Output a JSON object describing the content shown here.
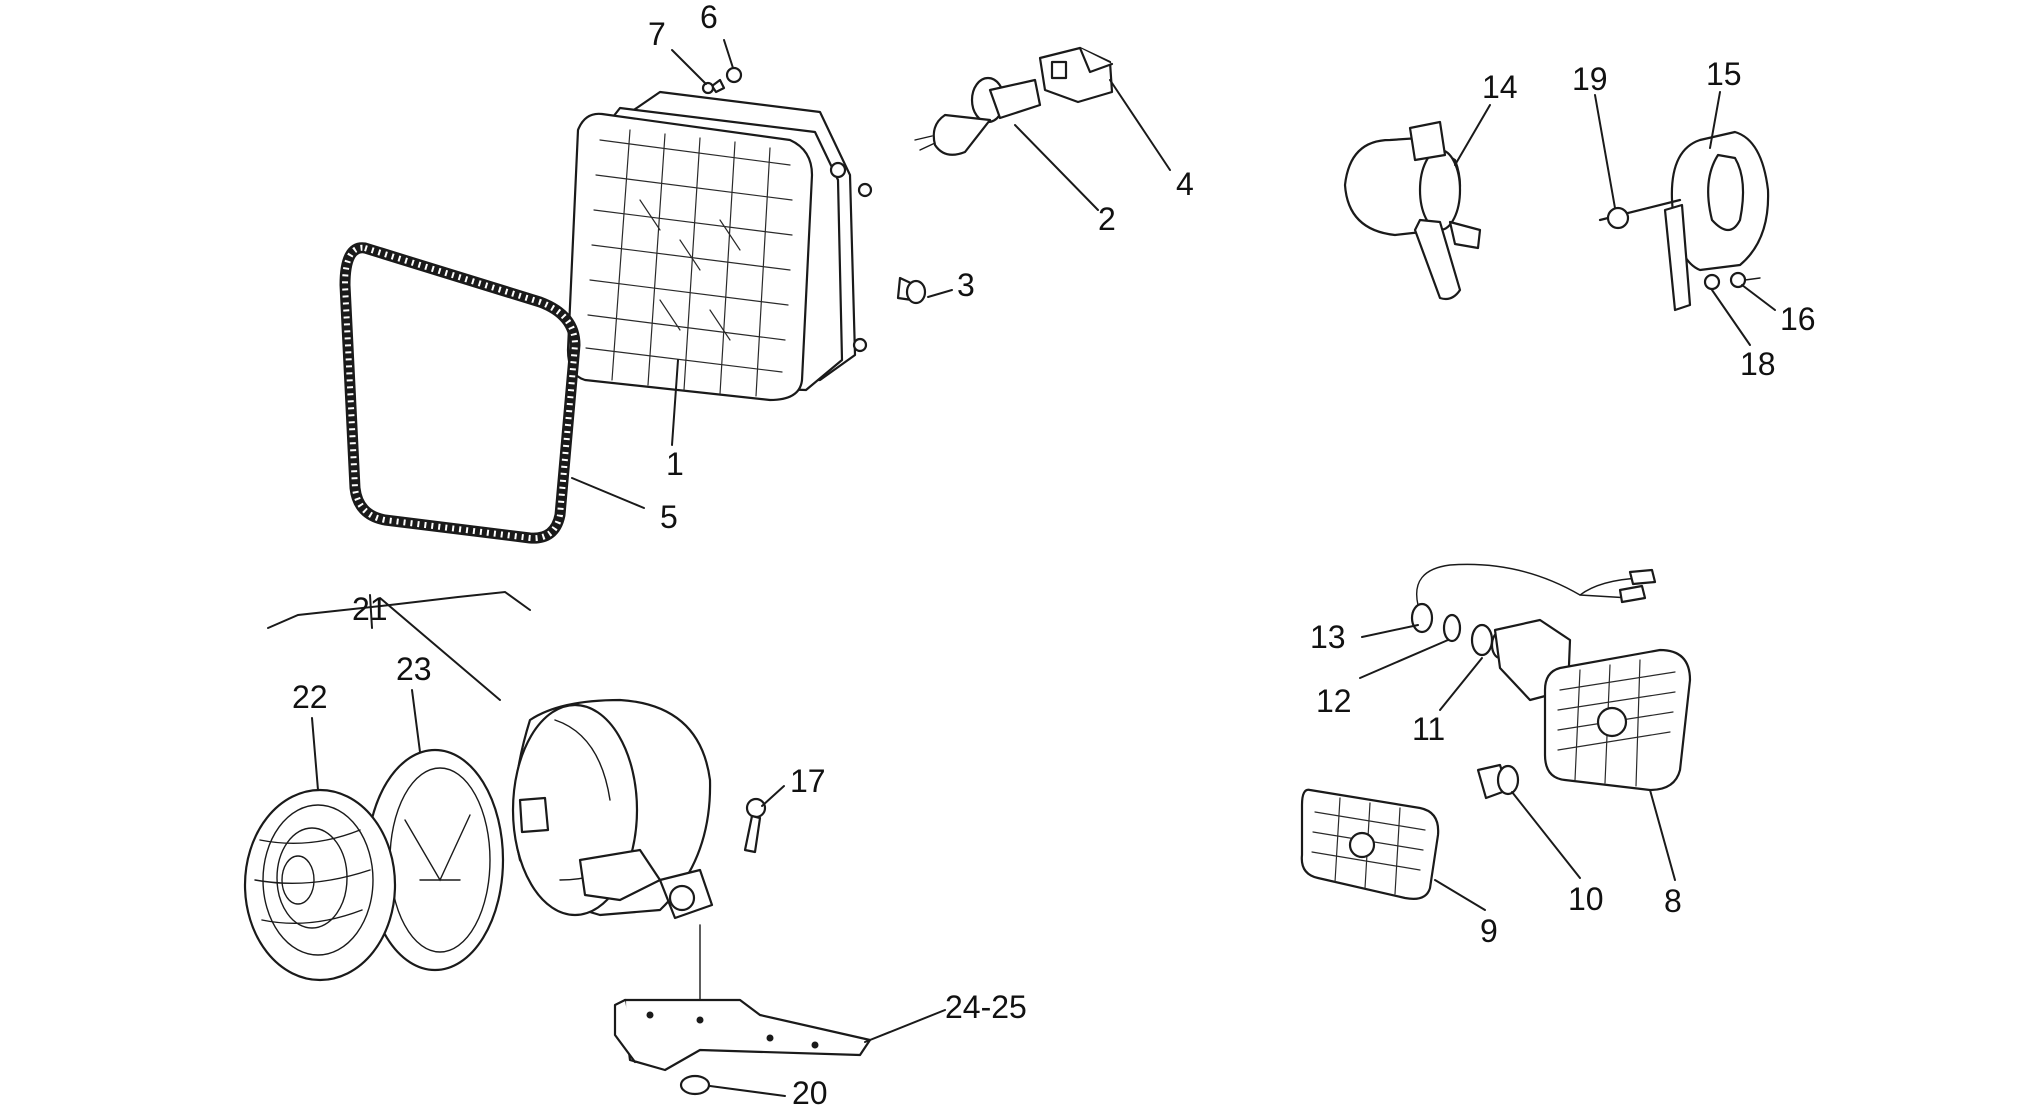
{
  "diagram": {
    "callouts": [
      {
        "id": "c1",
        "text": "1"
      },
      {
        "id": "c2",
        "text": "2"
      },
      {
        "id": "c3",
        "text": "3"
      },
      {
        "id": "c4",
        "text": "4"
      },
      {
        "id": "c5",
        "text": "5"
      },
      {
        "id": "c6",
        "text": "6"
      },
      {
        "id": "c7",
        "text": "7"
      },
      {
        "id": "c8",
        "text": "8"
      },
      {
        "id": "c9",
        "text": "9"
      },
      {
        "id": "c10",
        "text": "10"
      },
      {
        "id": "c11",
        "text": "11"
      },
      {
        "id": "c12",
        "text": "12"
      },
      {
        "id": "c13",
        "text": "13"
      },
      {
        "id": "c14",
        "text": "14"
      },
      {
        "id": "c15",
        "text": "15"
      },
      {
        "id": "c16",
        "text": "16"
      },
      {
        "id": "c17",
        "text": "17"
      },
      {
        "id": "c18",
        "text": "18"
      },
      {
        "id": "c19",
        "text": "19"
      },
      {
        "id": "c20",
        "text": "20"
      },
      {
        "id": "c21",
        "text": "21"
      },
      {
        "id": "c22",
        "text": "22"
      },
      {
        "id": "c23",
        "text": "23"
      },
      {
        "id": "c24-25",
        "text": "24-25"
      }
    ]
  },
  "colors": {
    "ink": "#1a1a1a",
    "background": "#ffffff"
  },
  "icons": [
    "headlight-unit-icon",
    "gasket-icon",
    "bulb-icon",
    "connector-icon",
    "horn-icon",
    "turn-signal-icon",
    "round-headlight-icon",
    "bracket-icon"
  ]
}
